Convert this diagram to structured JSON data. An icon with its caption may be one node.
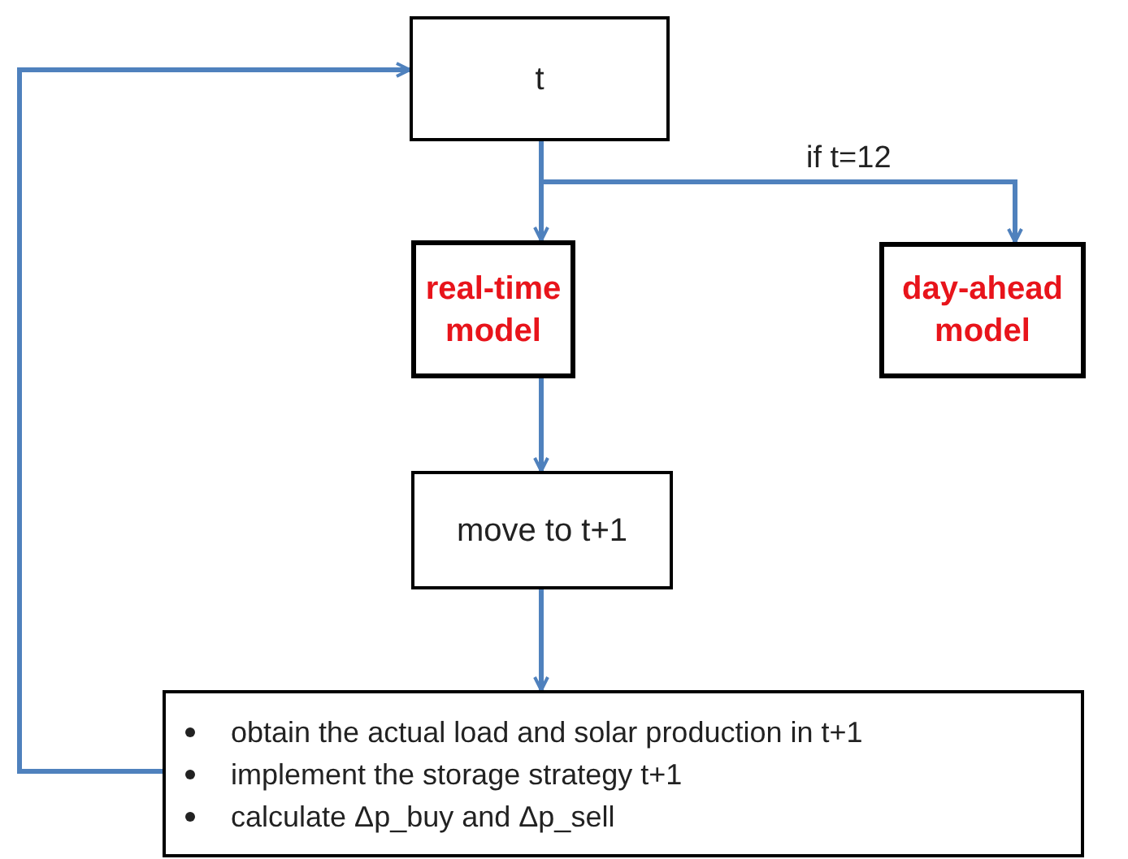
{
  "diagram": {
    "nodes": [
      {
        "text": [
          "t"
        ]
      },
      {
        "text": [
          "real-time model"
        ]
      },
      {
        "text": [
          "day-ahead model"
        ]
      },
      {
        "text": [
          "move to t+1"
        ]
      },
      {
        "text": [
          "obtain the actual load and solar production in t+1",
          "implement the storage strategy t+1",
          "calculate Δp_buy and Δp_sell"
        ]
      }
    ],
    "edges": [
      {
        "from": 0,
        "to": 1,
        "arrow": "to"
      },
      {
        "from": 0,
        "to": 2,
        "arrow": "to",
        "label": "if t=12"
      },
      {
        "from": 1,
        "to": 3,
        "arrow": "to"
      },
      {
        "from": 3,
        "to": 4,
        "arrow": "to"
      },
      {
        "from": 4,
        "to": 0,
        "arrow": "to"
      }
    ]
  }
}
